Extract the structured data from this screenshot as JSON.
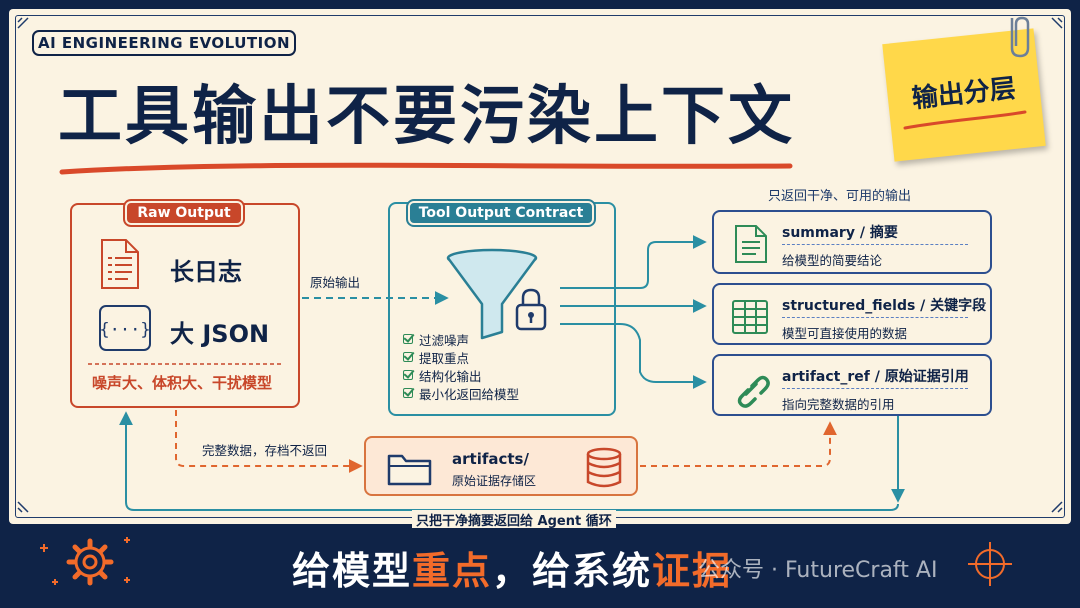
{
  "header": {
    "brand": "AI ENGINEERING EVOLUTION",
    "title": "工具输出不要污染上下文",
    "sticky_note": "输出分层"
  },
  "raw_output": {
    "label": "Raw Output",
    "items": [
      {
        "icon": "document-icon",
        "text": "长日志"
      },
      {
        "icon": "json-braces-icon",
        "text": "大 JSON"
      }
    ],
    "note": "噪声大、体积大、干扰模型"
  },
  "raw_flow_label": "原始输出",
  "contract": {
    "label": "Tool Output Contract",
    "checks": [
      "过滤噪声",
      "提取重点",
      "结构化输出",
      "最小化返回给模型"
    ]
  },
  "outputs": {
    "caption": "只返回干净、可用的输出",
    "items": [
      {
        "icon": "document-green-icon",
        "title": "summary / 摘要",
        "subtitle": "给模型的简要结论"
      },
      {
        "icon": "table-icon",
        "title": "structured_fields / 关键字段",
        "subtitle": "模型可直接使用的数据"
      },
      {
        "icon": "link-icon",
        "title": "artifact_ref / 原始证据引用",
        "subtitle": "指向完整数据的引用"
      }
    ]
  },
  "archive_flow_label": "完整数据，存档不返回",
  "artifacts": {
    "title": "artifacts/",
    "subtitle": "原始证据存储区"
  },
  "loop_label": "只把干净摘要返回给 Agent 循环",
  "footer": {
    "slogan_part1": "给模型",
    "slogan_hl1": "重点",
    "slogan_part2": "，给系统",
    "slogan_hl2": "证据",
    "watermark": "公众号 · FutureCraft AI"
  },
  "colors": {
    "navy": "#0f2347",
    "red": "#c8472a",
    "teal": "#2a8fa3",
    "orange": "#f26b2a",
    "cream": "#fbf3e2"
  }
}
